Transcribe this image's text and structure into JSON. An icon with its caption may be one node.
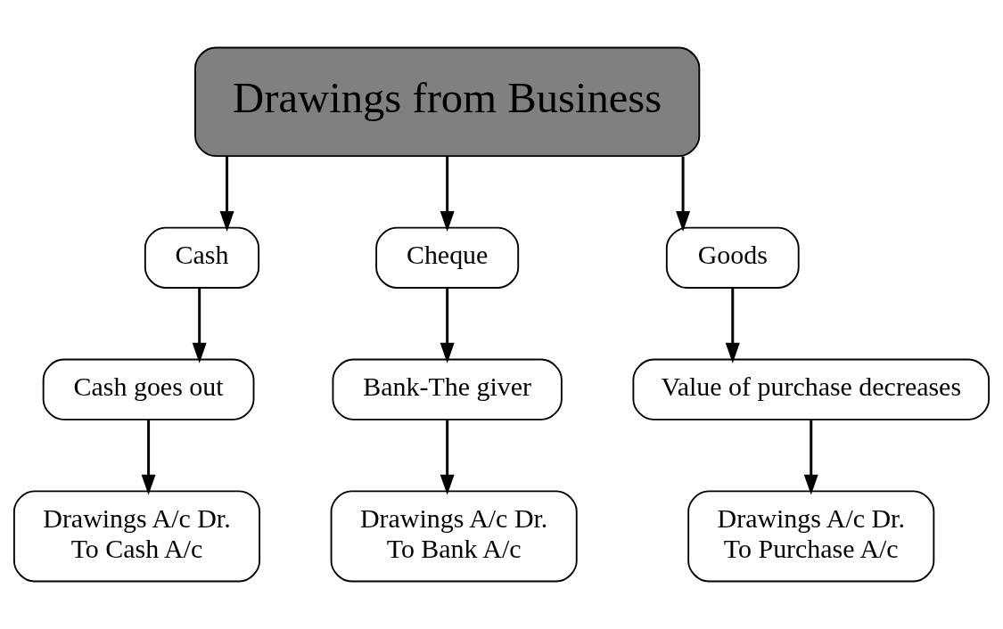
{
  "diagram": {
    "nodes": [
      {
        "text": [
          "Drawings from Business"
        ]
      },
      {
        "text": [
          "Cash"
        ]
      },
      {
        "text": [
          "Cheque"
        ]
      },
      {
        "text": [
          "Goods"
        ]
      },
      {
        "text": [
          "Cash goes out"
        ]
      },
      {
        "text": [
          "Bank-The giver"
        ]
      },
      {
        "text": [
          "Value of purchase decreases"
        ]
      },
      {
        "text": [
          "Drawings A/c Dr.",
          "To Cash A/c"
        ]
      },
      {
        "text": [
          "Drawings A/c Dr.",
          "To Bank A/c"
        ]
      },
      {
        "text": [
          "Drawings A/c Dr.",
          "To Purchase A/c"
        ]
      }
    ],
    "edges": [
      {
        "from": 0,
        "to": 1,
        "arrow": "to"
      },
      {
        "from": 0,
        "to": 2,
        "arrow": "to"
      },
      {
        "from": 0,
        "to": 3,
        "arrow": "to"
      },
      {
        "from": 1,
        "to": 4,
        "arrow": "to"
      },
      {
        "from": 2,
        "to": 5,
        "arrow": "to"
      },
      {
        "from": 3,
        "to": 6,
        "arrow": "to"
      },
      {
        "from": 4,
        "to": 7,
        "arrow": "to"
      },
      {
        "from": 5,
        "to": 8,
        "arrow": "to"
      },
      {
        "from": 6,
        "to": 9,
        "arrow": "to"
      }
    ]
  }
}
